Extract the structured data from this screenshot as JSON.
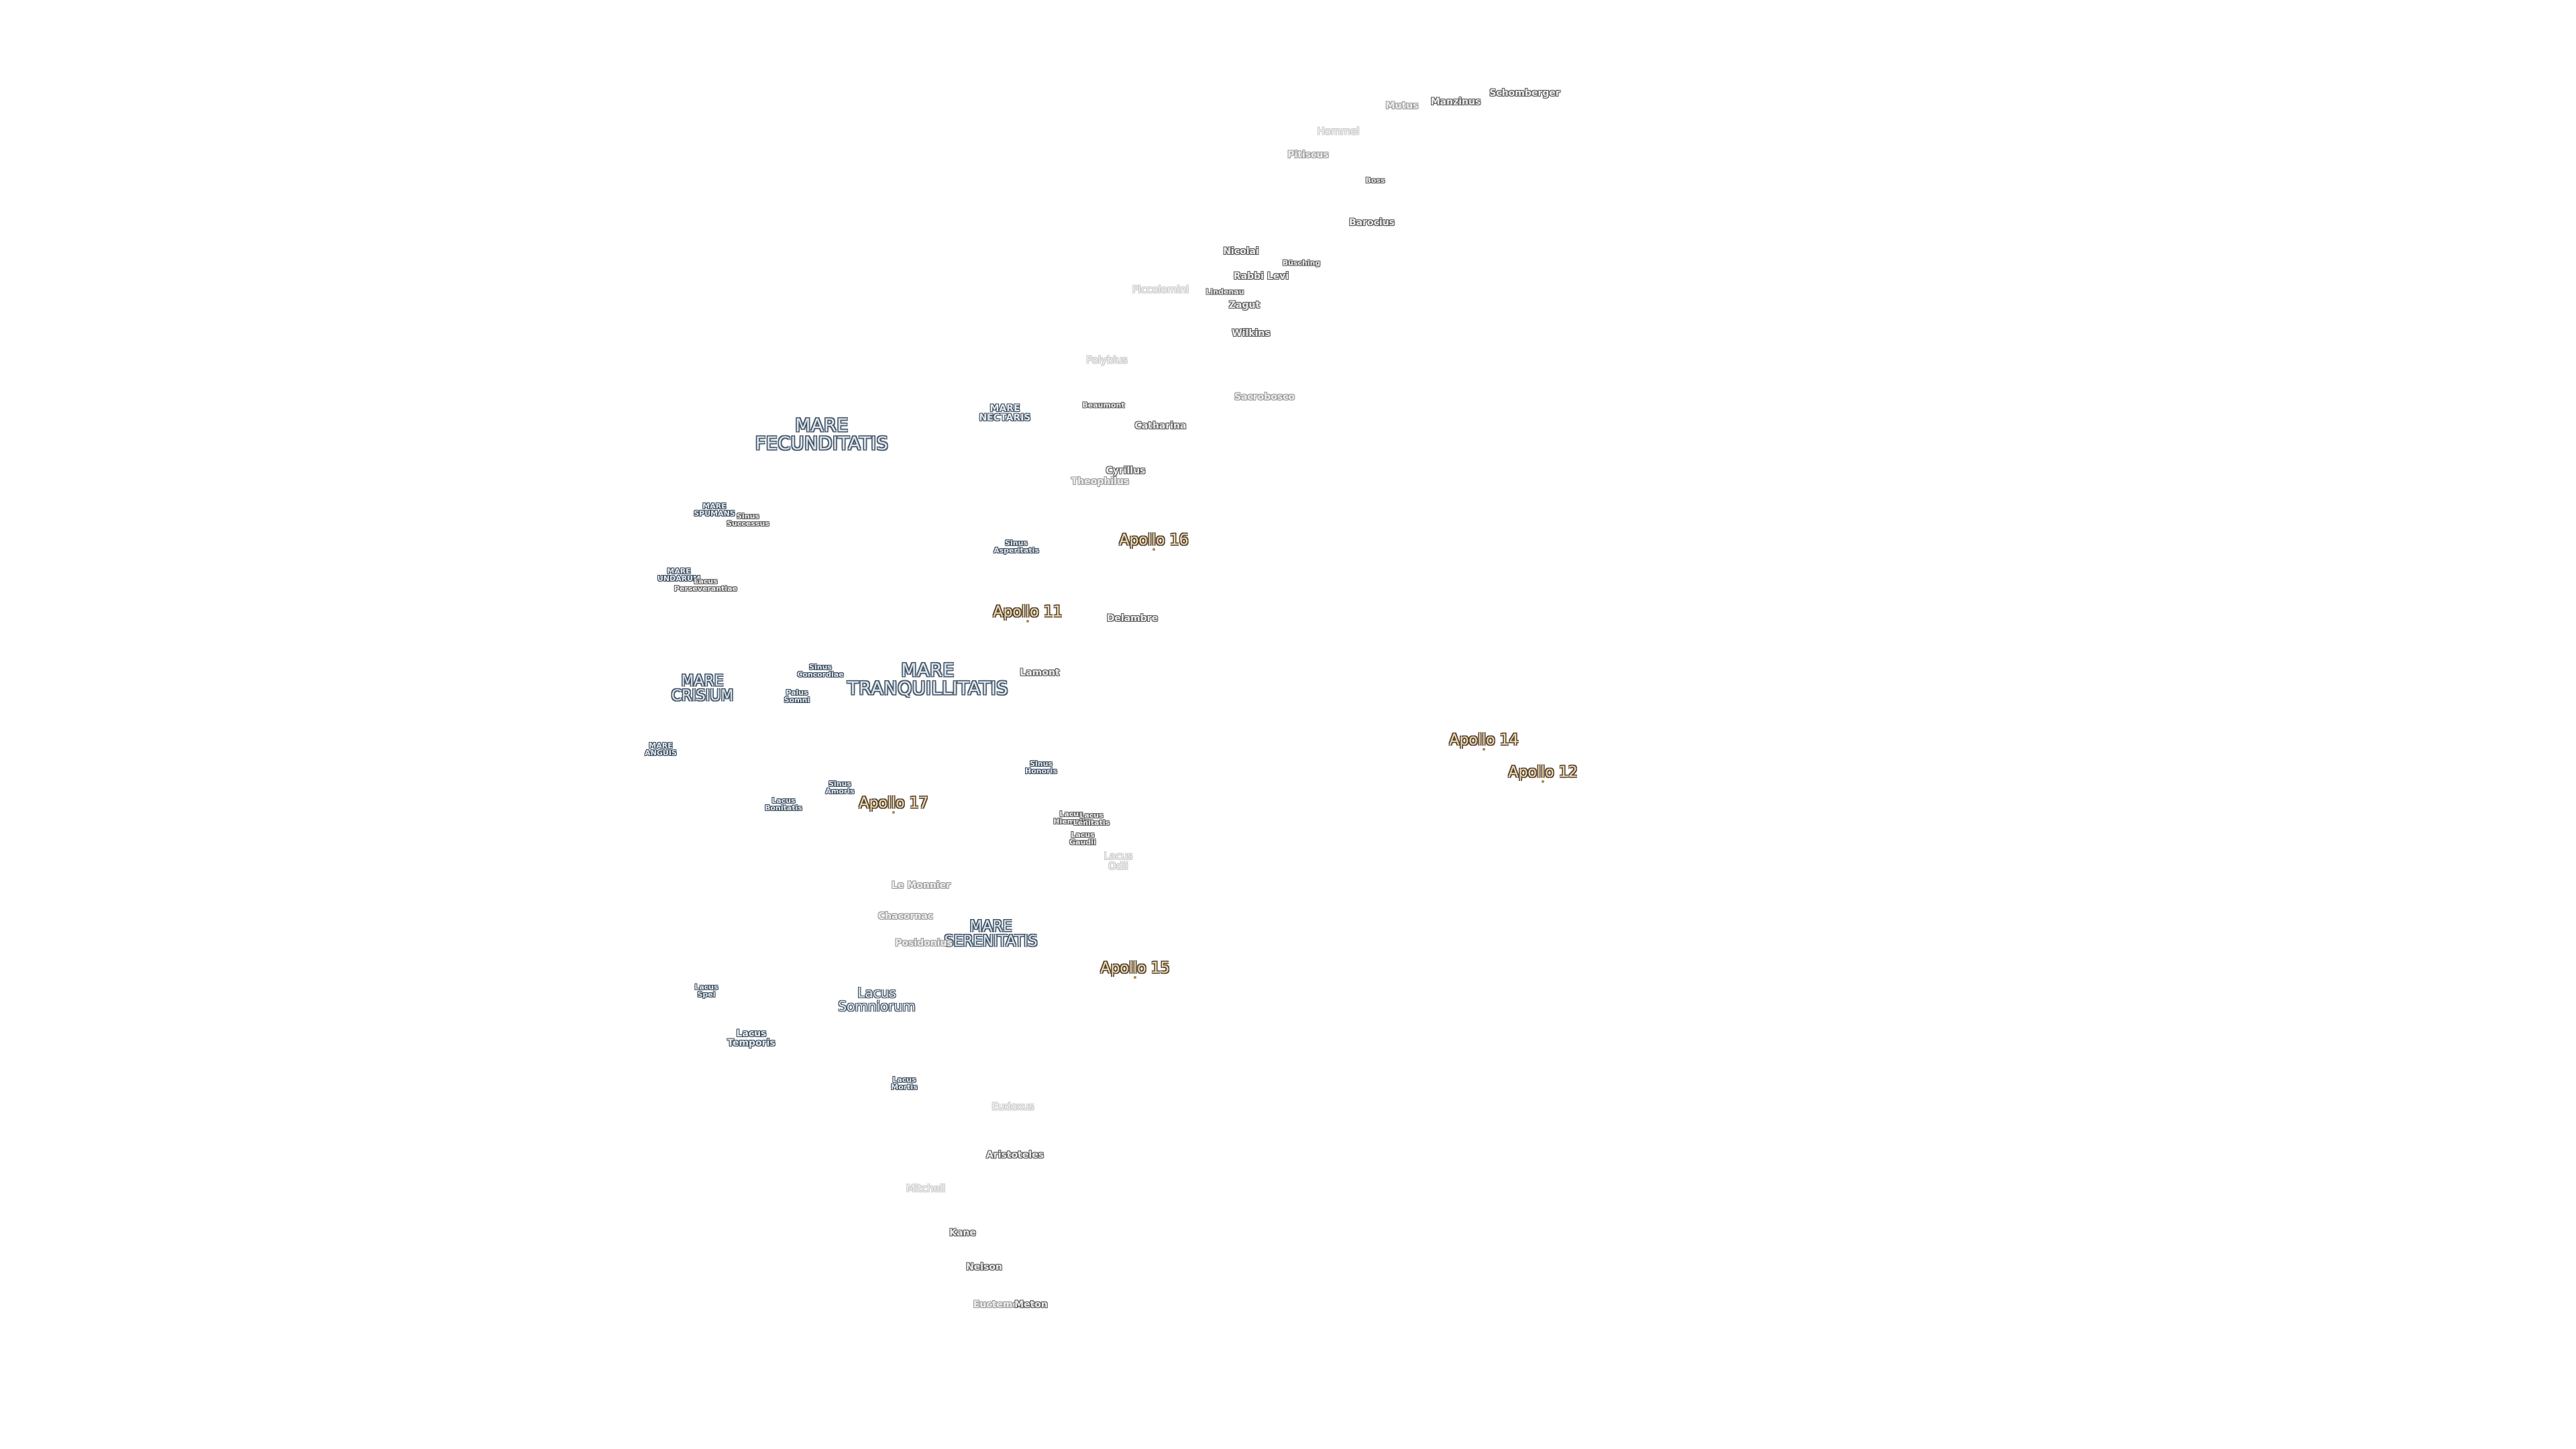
{
  "labels": [
    {
      "text": "Schomberger",
      "cls": "crater"
    },
    {
      "text": "Manzinus",
      "cls": "crater"
    },
    {
      "text": "Mutus",
      "cls": "crater-dim"
    },
    {
      "text": "Hommel",
      "cls": "crater-faint"
    },
    {
      "text": "Pitiscus",
      "cls": "crater-dim"
    },
    {
      "text": "Boss",
      "cls": "crater-tiny"
    },
    {
      "text": "Barocius",
      "cls": "crater"
    },
    {
      "text": "Nicolai",
      "cls": "crater"
    },
    {
      "text": "Büsching",
      "cls": "crater-tiny"
    },
    {
      "text": "Rabbi Levi",
      "cls": "crater"
    },
    {
      "text": "Piccolomini",
      "cls": "crater-faint"
    },
    {
      "text": "Lindenau",
      "cls": "crater-tiny"
    },
    {
      "text": "Zagut",
      "cls": "crater"
    },
    {
      "text": "Wilkins",
      "cls": "crater"
    },
    {
      "text": "Polybius",
      "cls": "crater-faint"
    },
    {
      "text": "Sacrobosco",
      "cls": "crater-dim"
    },
    {
      "text": "Beaumont",
      "cls": "crater-tiny"
    },
    {
      "text": "MARE\nNECTARIS",
      "cls": "mare-sm"
    },
    {
      "text": "Catharina",
      "cls": "crater"
    },
    {
      "text": "MARE\nFECUNDITATIS",
      "cls": "mare-lg"
    },
    {
      "text": "Cyrillus",
      "cls": "crater"
    },
    {
      "text": "Theophilus",
      "cls": "crater-dim"
    },
    {
      "text": "MARE\nSPUMANS",
      "cls": "mare-xs"
    },
    {
      "text": "Sinus\nSuccessus",
      "cls": "crater-tiny"
    },
    {
      "text": "Sinus\nAsperitatis",
      "cls": "mare-xs"
    },
    {
      "text": "MARE\nUNDARUM",
      "cls": "mare-xs"
    },
    {
      "text": "Lacus\nPerseverantiae",
      "cls": "crater-tiny"
    },
    {
      "text": "Delambre",
      "cls": "crater"
    },
    {
      "text": "Sinus\nConcordiae",
      "cls": "mare-xs"
    },
    {
      "text": "MARE\nCRISIUM",
      "cls": "mare-md"
    },
    {
      "text": "MARE\nTRANQUILLITATIS",
      "cls": "mare-lg"
    },
    {
      "text": "Lamont",
      "cls": "crater"
    },
    {
      "text": "Palus\nSomni",
      "cls": "mare-xs"
    },
    {
      "text": "MARE\nANGUIS",
      "cls": "mare-xs"
    },
    {
      "text": "Sinus\nHonoris",
      "cls": "mare-xs"
    },
    {
      "text": "Sinus\nAmoris",
      "cls": "mare-xs"
    },
    {
      "text": "Lacus\nBonitatis",
      "cls": "mare-xs"
    },
    {
      "text": "Lacus\nHiemalis",
      "cls": "crater-tiny"
    },
    {
      "text": "Lacus\nLenitatis",
      "cls": "crater-tiny"
    },
    {
      "text": "Lacus\nGaudii",
      "cls": "crater-tiny"
    },
    {
      "text": "Lacus\nOdii",
      "cls": "crater-faint"
    },
    {
      "text": "Le Monnier",
      "cls": "crater-dim"
    },
    {
      "text": "Chacornac",
      "cls": "crater-dim"
    },
    {
      "text": "MARE\nSERENITATIS",
      "cls": "mare-md"
    },
    {
      "text": "Posidonius",
      "cls": "crater-dim"
    },
    {
      "text": "Lacus\nSpei",
      "cls": "mare-xs"
    },
    {
      "text": "Lacus\nSomniorum",
      "cls": "lacus-md"
    },
    {
      "text": "Lacus\nTemporis",
      "cls": "mare-sm"
    },
    {
      "text": "Lacus\nMortis",
      "cls": "mare-xs"
    },
    {
      "text": "Eudoxus",
      "cls": "crater-faint"
    },
    {
      "text": "Aristoteles",
      "cls": "crater"
    },
    {
      "text": "Mitchell",
      "cls": "crater-faint"
    },
    {
      "text": "Kane",
      "cls": "crater"
    },
    {
      "text": "Nelson",
      "cls": "crater"
    },
    {
      "text": "Euctemon",
      "cls": "crater-dim"
    },
    {
      "text": "Meton",
      "cls": "crater"
    }
  ],
  "apollo_sites": [
    {
      "text": "Apollo 16"
    },
    {
      "text": "Apollo 11"
    },
    {
      "text": "Apollo 14"
    },
    {
      "text": "Apollo 12"
    },
    {
      "text": "Apollo 17"
    },
    {
      "text": "Apollo 15"
    }
  ]
}
